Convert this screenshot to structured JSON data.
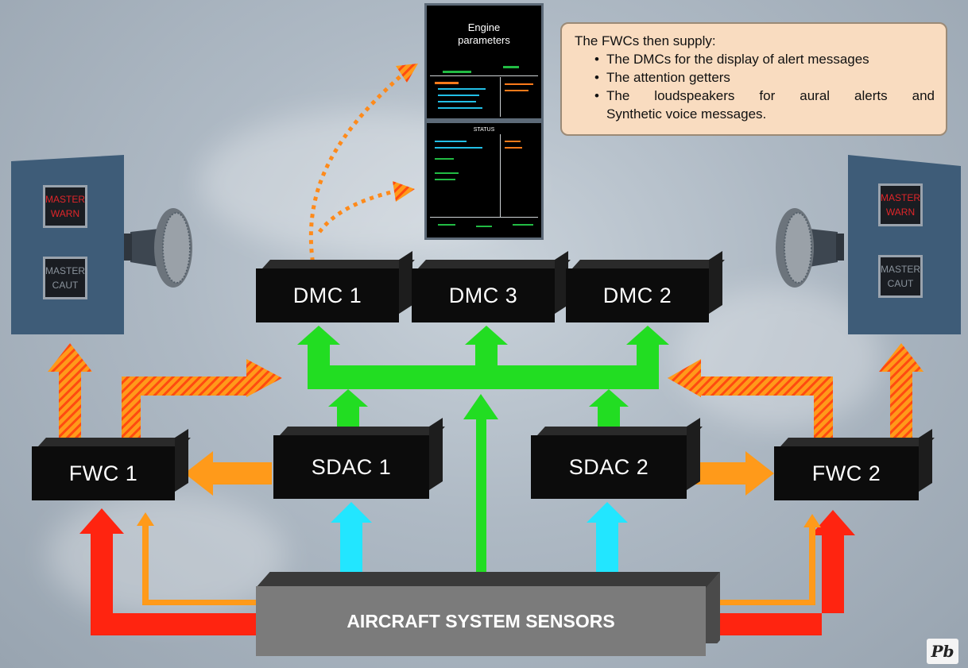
{
  "callout": {
    "intro": "The FWCs then supply:",
    "items": [
      "The DMCs for the display of alert messages",
      "The attention getters",
      "The loudspeakers for aural alerts and",
      "Synthetic voice messages."
    ]
  },
  "screens": {
    "ewd": {
      "title_line1": "Engine",
      "title_line2": "parameters"
    },
    "sd": {
      "title": "STATUS"
    }
  },
  "dmc": {
    "dmc1": "DMC 1",
    "dmc3": "DMC 3",
    "dmc2": "DMC 2"
  },
  "fwc": {
    "fwc1": "FWC 1",
    "fwc2": "FWC 2"
  },
  "sdac": {
    "sdac1": "SDAC 1",
    "sdac2": "SDAC 2"
  },
  "sensors": {
    "label": "AIRCRAFT SYSTEM SENSORS"
  },
  "panels": {
    "master_warn": [
      "MASTER",
      "WARN"
    ],
    "master_caut": [
      "MASTER",
      "CAUT"
    ]
  },
  "colors": {
    "green": "#22dd22",
    "orange": "#ff9a1a",
    "red": "#ff2410",
    "cyan": "#22e6ff",
    "warn_text": "#e0262a",
    "caut_text": "#8a939c"
  },
  "logo": {
    "text": "Pb"
  }
}
